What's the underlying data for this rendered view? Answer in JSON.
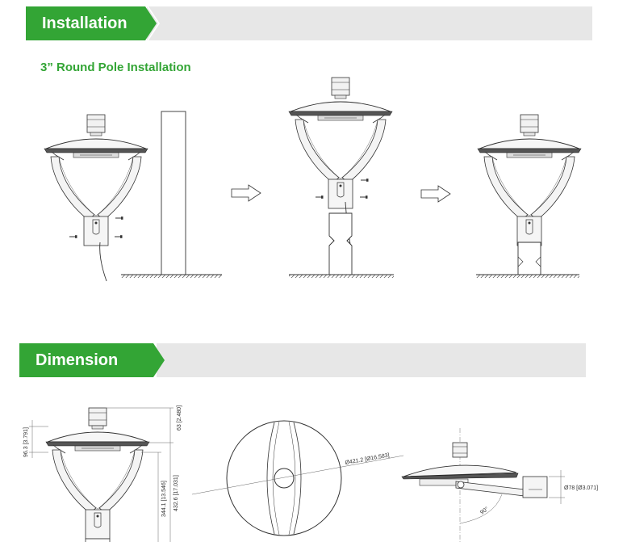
{
  "sections": {
    "installation": {
      "title": "Installation",
      "subtitle": "3” Round Pole Installation"
    },
    "dimension": {
      "title": "Dimension"
    }
  },
  "dimensions": {
    "top_cap": "63 [2.480]",
    "shade_height": "96.3 [3.791]",
    "body_height": "344.1 [13.546]",
    "total_height": "432.6 [17.031]",
    "diameter": "Ø421.2 [Ø16.583]",
    "pole_diameter": "Ø78 [Ø3.071]",
    "tilt_angle": "90°"
  },
  "colors": {
    "accent": "#33a535",
    "banner_bar": "#e7e7e7"
  }
}
